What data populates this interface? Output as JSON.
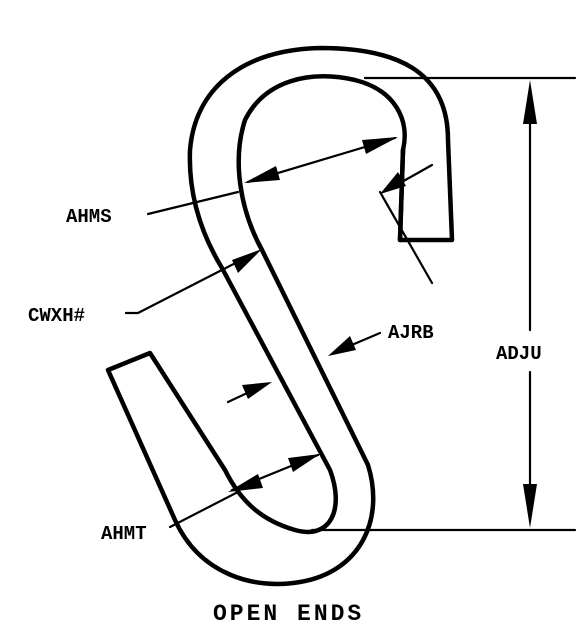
{
  "labels": {
    "ahms": "AHMS",
    "cwxh": "CWXH#",
    "ajrb": "AJRB",
    "adju": "ADJU",
    "ahmt": "AHMT",
    "caption": "OPEN ENDS"
  }
}
